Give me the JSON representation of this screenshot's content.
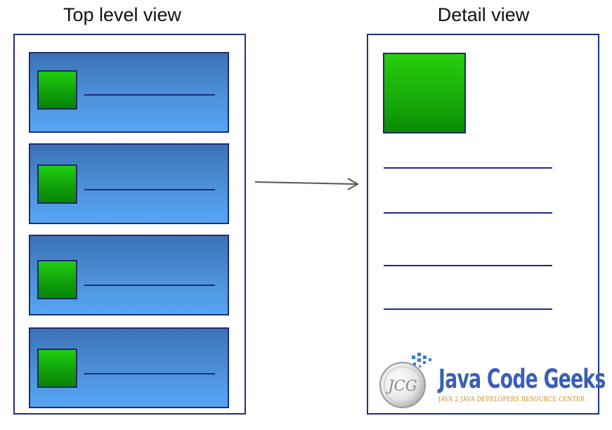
{
  "titles": {
    "left": "Top level view",
    "right": "Detail view"
  },
  "top_level_view": {
    "items": [
      {
        "thumb": "green-square",
        "line": "text-line"
      },
      {
        "thumb": "green-square",
        "line": "text-line"
      },
      {
        "thumb": "green-square",
        "line": "text-line"
      },
      {
        "thumb": "green-square",
        "line": "text-line"
      }
    ]
  },
  "detail_view": {
    "thumb": "green-square",
    "line_count": 4
  },
  "connector": {
    "type": "arrow",
    "direction": "left-to-right"
  },
  "watermark": {
    "monogram": "JCG",
    "title": "Java Code Geeks",
    "tagline": "Java 2 Java Developers Resource Center"
  },
  "colors": {
    "panel_border": "#1f2f8a",
    "item_gradient_top": "#3b72b6",
    "item_gradient_bottom": "#56a6f5",
    "thumb_green": "#17ad08",
    "line": "#1b2d7a",
    "arrow": "#555555",
    "logo_blue": "#3a5fb6",
    "logo_orange": "#c78b2c"
  }
}
